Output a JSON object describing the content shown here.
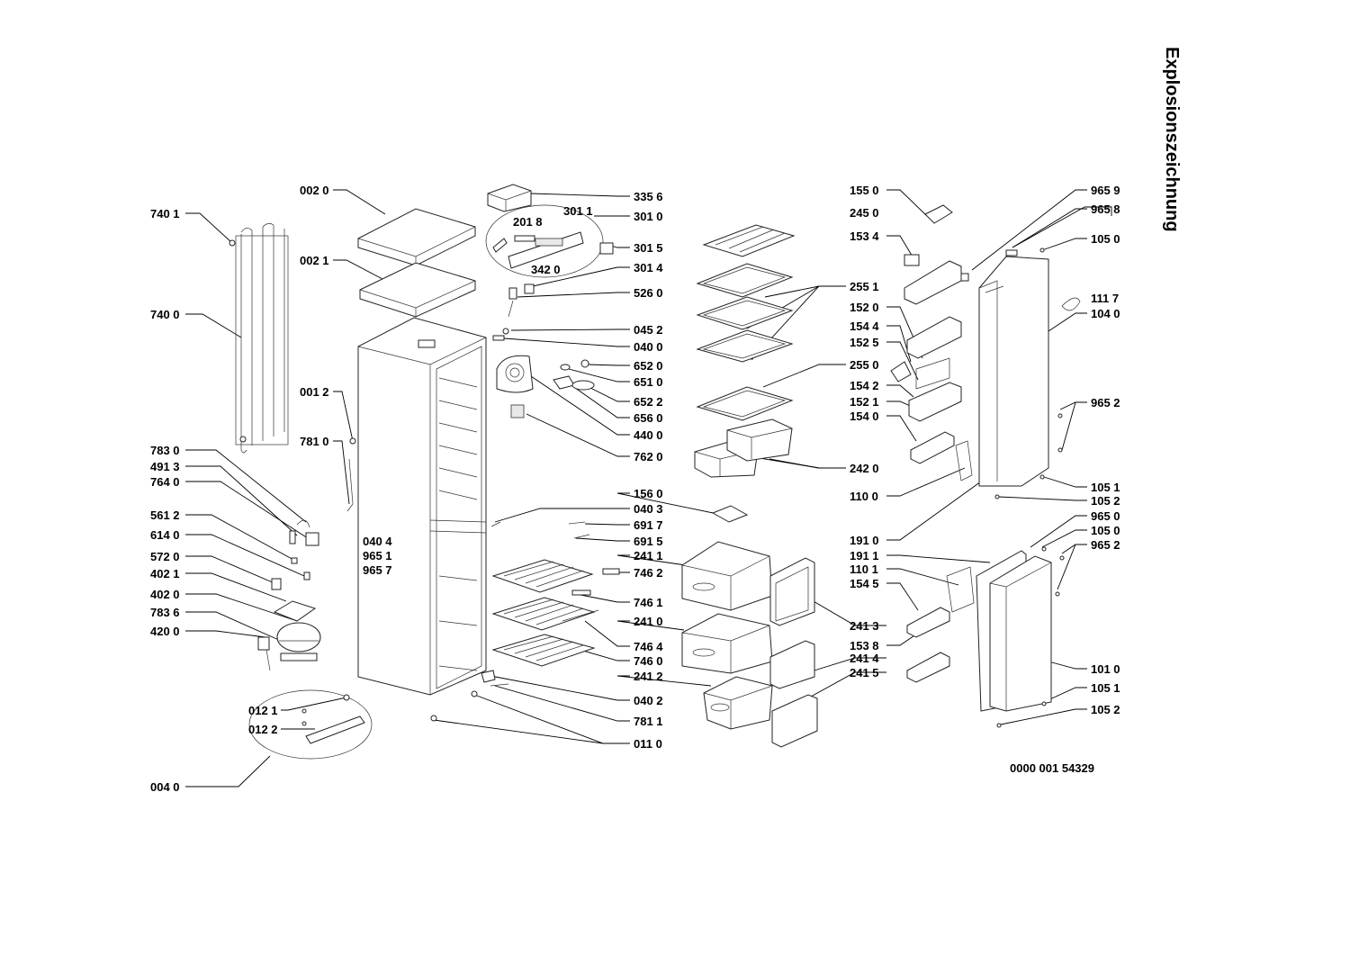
{
  "title": "Explosionszeichnung",
  "drawing_number": "0000 001 54329",
  "labels": [
    "002 0",
    "002 1",
    "740 1",
    "740 0",
    "001 2",
    "781 0",
    "783 0",
    "491 3",
    "764 0",
    "561 2",
    "614 0",
    "572 0",
    "402 1",
    "402 0",
    "783 6",
    "420 0",
    "012 1",
    "012 2",
    "004 0",
    "040 4",
    "965 1",
    "965 7",
    "335 6",
    "201 8",
    "301 1",
    "301 0",
    "301 5",
    "342 0",
    "301 4",
    "526 0",
    "045 2",
    "040 0",
    "652 0",
    "651 0",
    "652 2",
    "656 0",
    "440 0",
    "762 0",
    "156 0",
    "040 3",
    "691 7",
    "691 5",
    "241 1",
    "746 2",
    "746 1",
    "241 0",
    "746 4",
    "746 0",
    "241 2",
    "040 2",
    "781 1",
    "011 0",
    "155 0",
    "245 0",
    "153 4",
    "255 1",
    "152 0",
    "154 4",
    "152 5",
    "255 0",
    "154 2",
    "152 1",
    "154 0",
    "242 0",
    "110 0",
    "191 0",
    "191 1",
    "110 1",
    "154 5",
    "153 8",
    "241 3",
    "241 4",
    "241 5",
    "965 9",
    "965 8",
    "105 0",
    "111 7",
    "104 0",
    "965 2",
    "105 1",
    "105 2",
    "965 0",
    "105 0",
    "965 2",
    "101 0",
    "105 1",
    "105 2"
  ]
}
